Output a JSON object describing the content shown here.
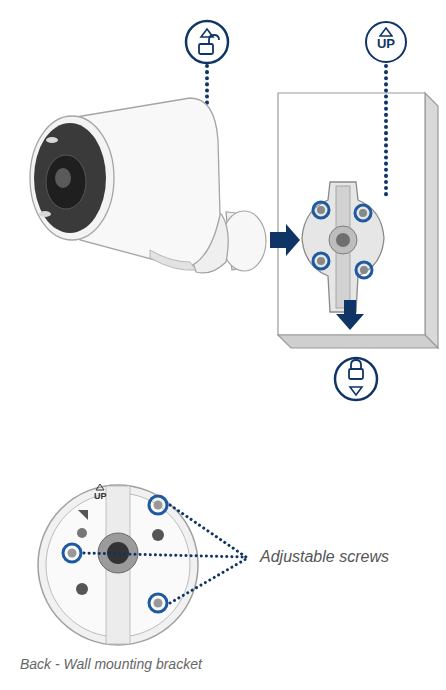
{
  "diagram": {
    "caption": "Back - Wall mounting bracket",
    "nodes": [
      {
        "text": [
          "UP"
        ]
      }
    ],
    "labels": [
      "UP",
      "Adjustable screws"
    ]
  }
}
